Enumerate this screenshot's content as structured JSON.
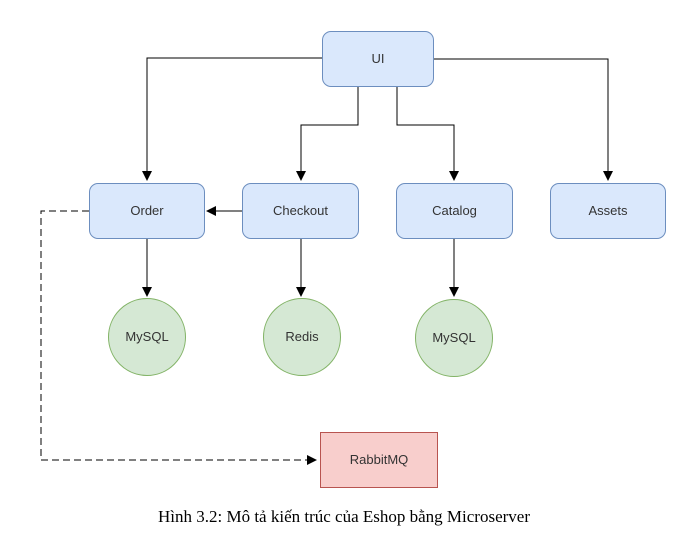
{
  "figure": {
    "caption": "Hình 3.2: Mô tả kiến trúc của Eshop bằng Microserver"
  },
  "diagram": {
    "nodes": {
      "ui": {
        "label": "UI",
        "kind": "service"
      },
      "order": {
        "label": "Order",
        "kind": "service"
      },
      "checkout": {
        "label": "Checkout",
        "kind": "service"
      },
      "catalog": {
        "label": "Catalog",
        "kind": "service"
      },
      "assets": {
        "label": "Assets",
        "kind": "service"
      },
      "order_db": {
        "label": "MySQL",
        "kind": "datastore"
      },
      "checkout_db": {
        "label": "Redis",
        "kind": "datastore"
      },
      "catalog_db": {
        "label": "MySQL",
        "kind": "datastore"
      },
      "queue": {
        "label": "RabbitMQ",
        "kind": "message-queue"
      }
    },
    "edges": [
      {
        "from": "UI",
        "to": "Order",
        "style": "solid-arrow"
      },
      {
        "from": "UI",
        "to": "Checkout",
        "style": "solid-arrow"
      },
      {
        "from": "UI",
        "to": "Catalog",
        "style": "solid-arrow"
      },
      {
        "from": "UI",
        "to": "Assets",
        "style": "solid-arrow"
      },
      {
        "from": "Checkout",
        "to": "Order",
        "style": "solid-arrow"
      },
      {
        "from": "Order",
        "to": "MySQL",
        "style": "solid-arrow"
      },
      {
        "from": "Checkout",
        "to": "Redis",
        "style": "solid-arrow"
      },
      {
        "from": "Catalog",
        "to": "MySQL",
        "style": "solid-arrow"
      },
      {
        "from": "Order",
        "to": "RabbitMQ",
        "style": "dashed-arrow"
      }
    ],
    "colors": {
      "service_fill": "#dae8fc",
      "service_stroke": "#6c8ebf",
      "datastore_fill": "#d5e8d4",
      "datastore_stroke": "#82b366",
      "queue_fill": "#f8cecc",
      "queue_stroke": "#b85450",
      "edge_stroke": "#000000",
      "label_color": "#333333"
    }
  }
}
